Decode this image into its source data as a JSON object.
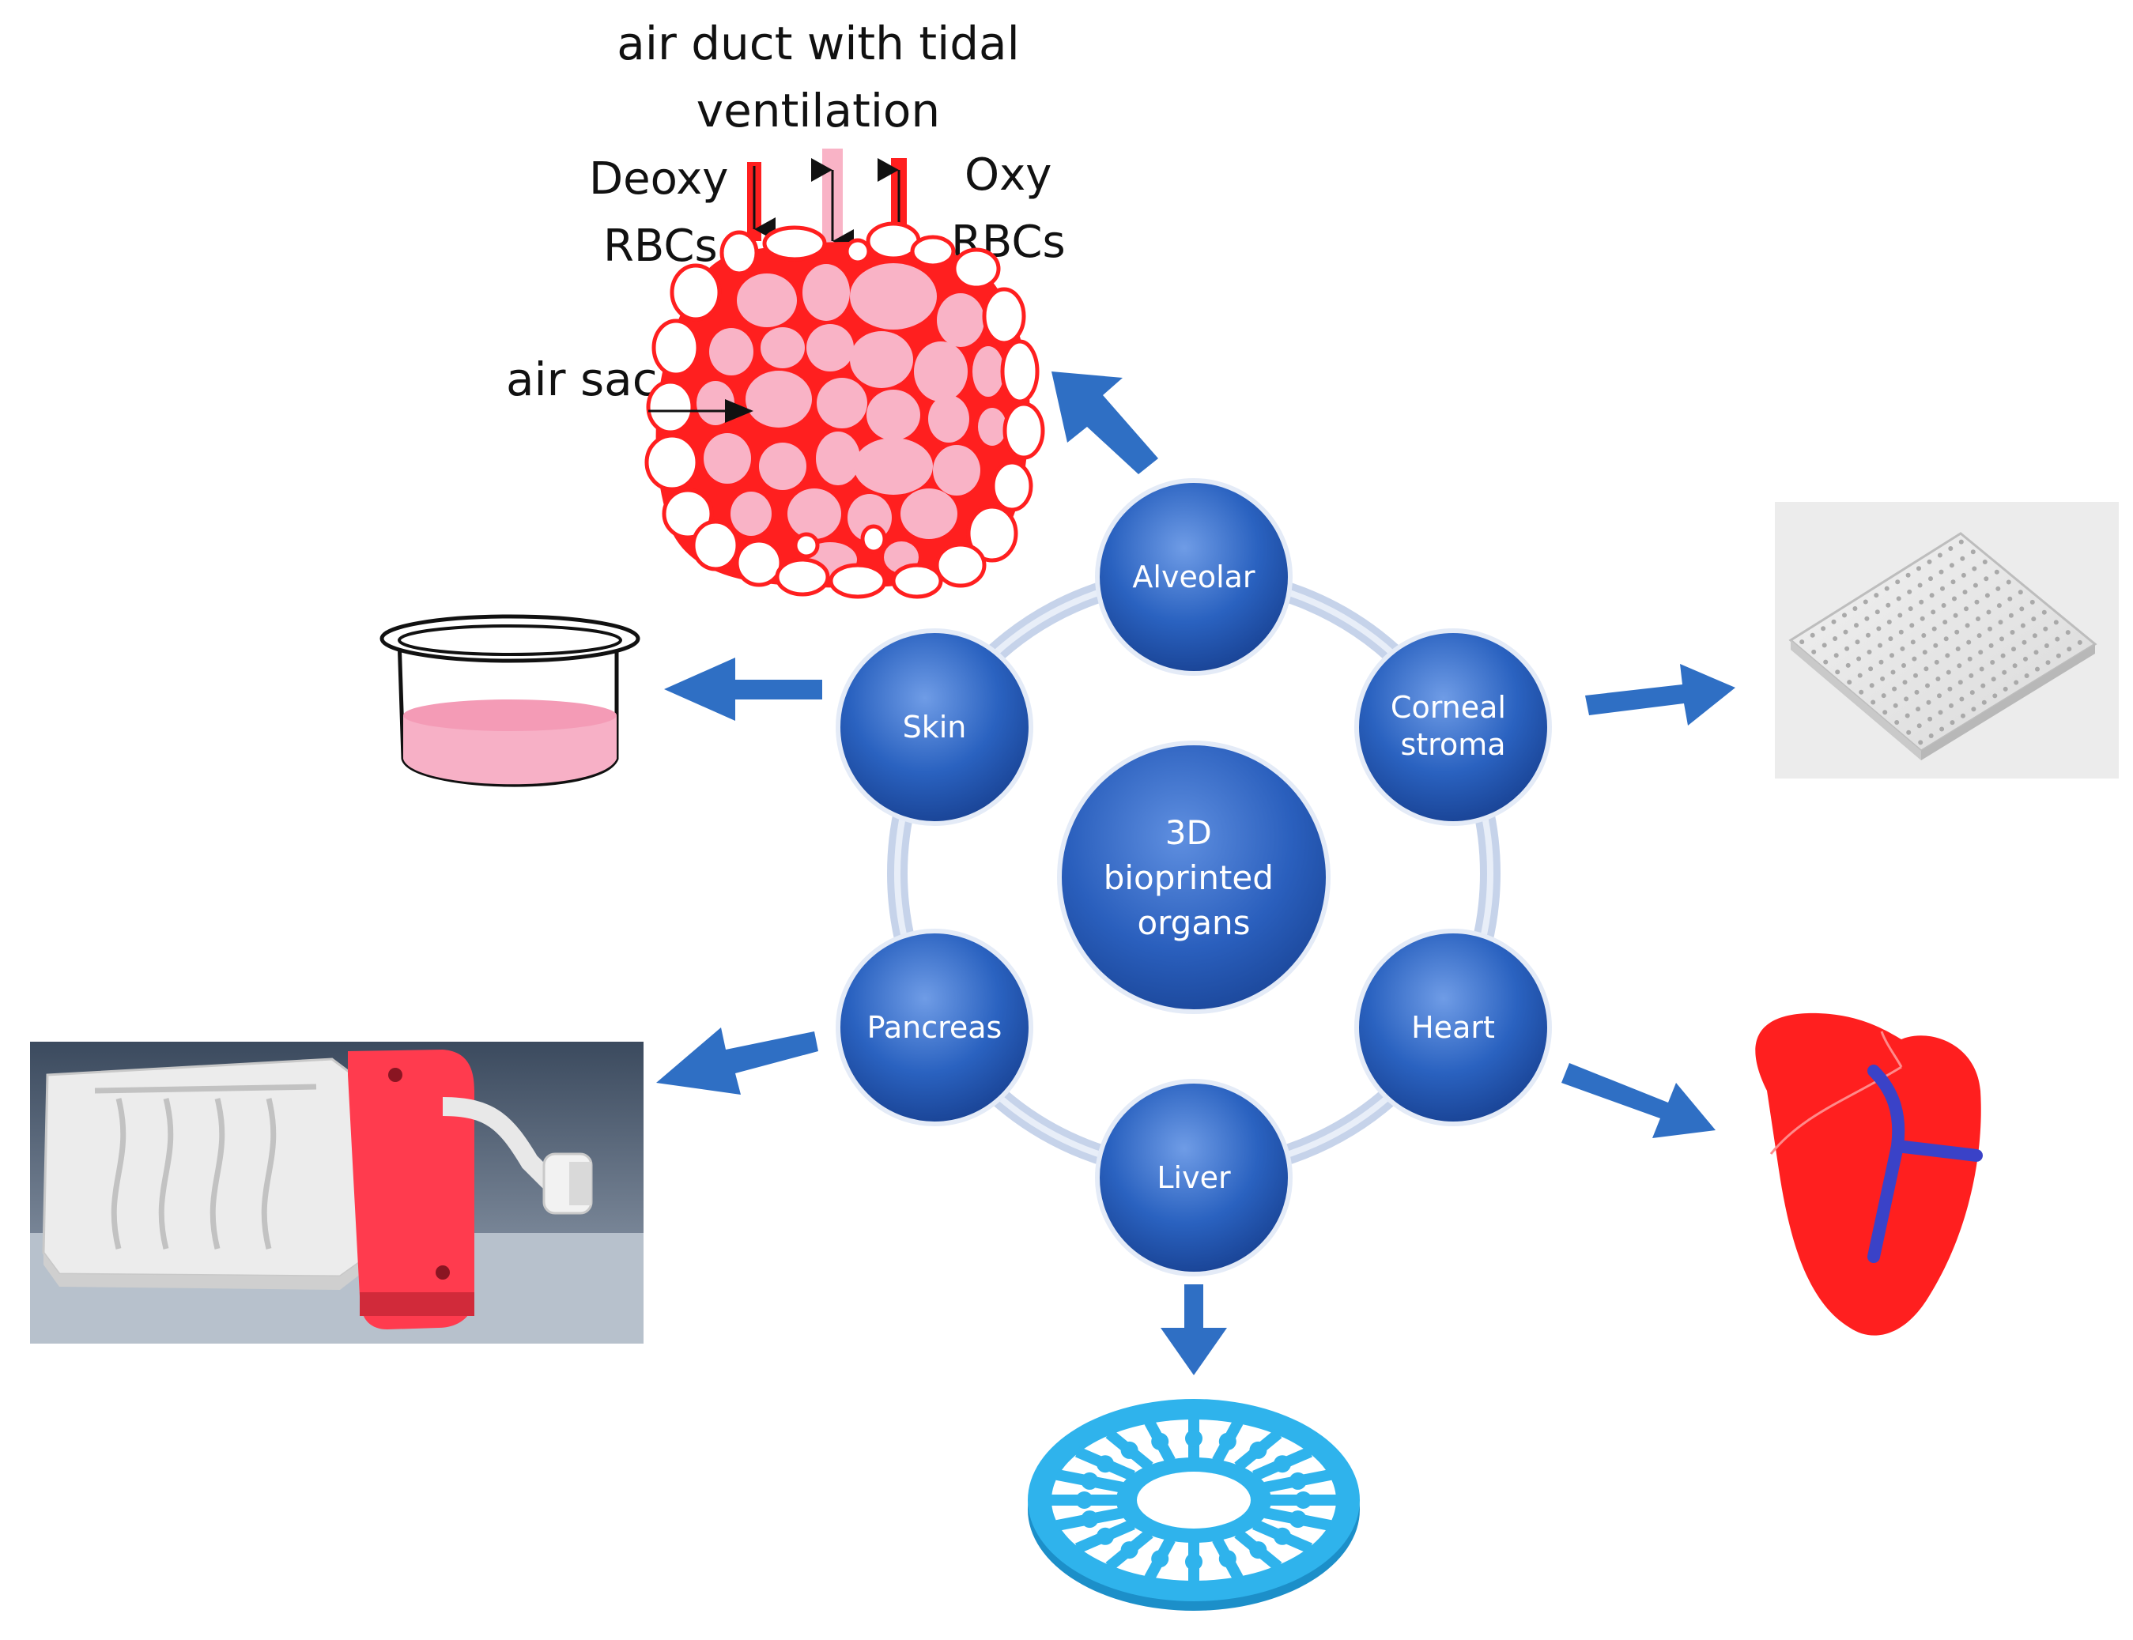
{
  "center": {
    "lines": [
      "3D",
      "bioprinted",
      "organs"
    ]
  },
  "nodes": {
    "alveolar": {
      "lines": [
        "Alveolar"
      ]
    },
    "corneal": {
      "lines": [
        "Corneal",
        "stroma"
      ]
    },
    "heart": {
      "lines": [
        "Heart"
      ]
    },
    "liver": {
      "lines": [
        "Liver"
      ]
    },
    "pancreas": {
      "lines": [
        "Pancreas"
      ]
    },
    "skin": {
      "lines": [
        "Skin"
      ]
    }
  },
  "alveolar_diagram": {
    "title_line1": "air duct with tidal",
    "title_line2": "ventilation",
    "deoxy_line1": "Deoxy",
    "deoxy_line2": "RBCs",
    "oxy_line1": "Oxy",
    "oxy_line2": "RBCs",
    "air_sac": "air sac"
  },
  "colors": {
    "node_blue": "#1f57b5",
    "node_light": "#5d8fe0",
    "arrow_blue": "#2f6fc4",
    "ring": "#c8d4ea",
    "red": "#ff1f1f",
    "pink": "#f9b3c6",
    "cyan": "#2aaee8",
    "dark_blue": "#3a42c8"
  }
}
